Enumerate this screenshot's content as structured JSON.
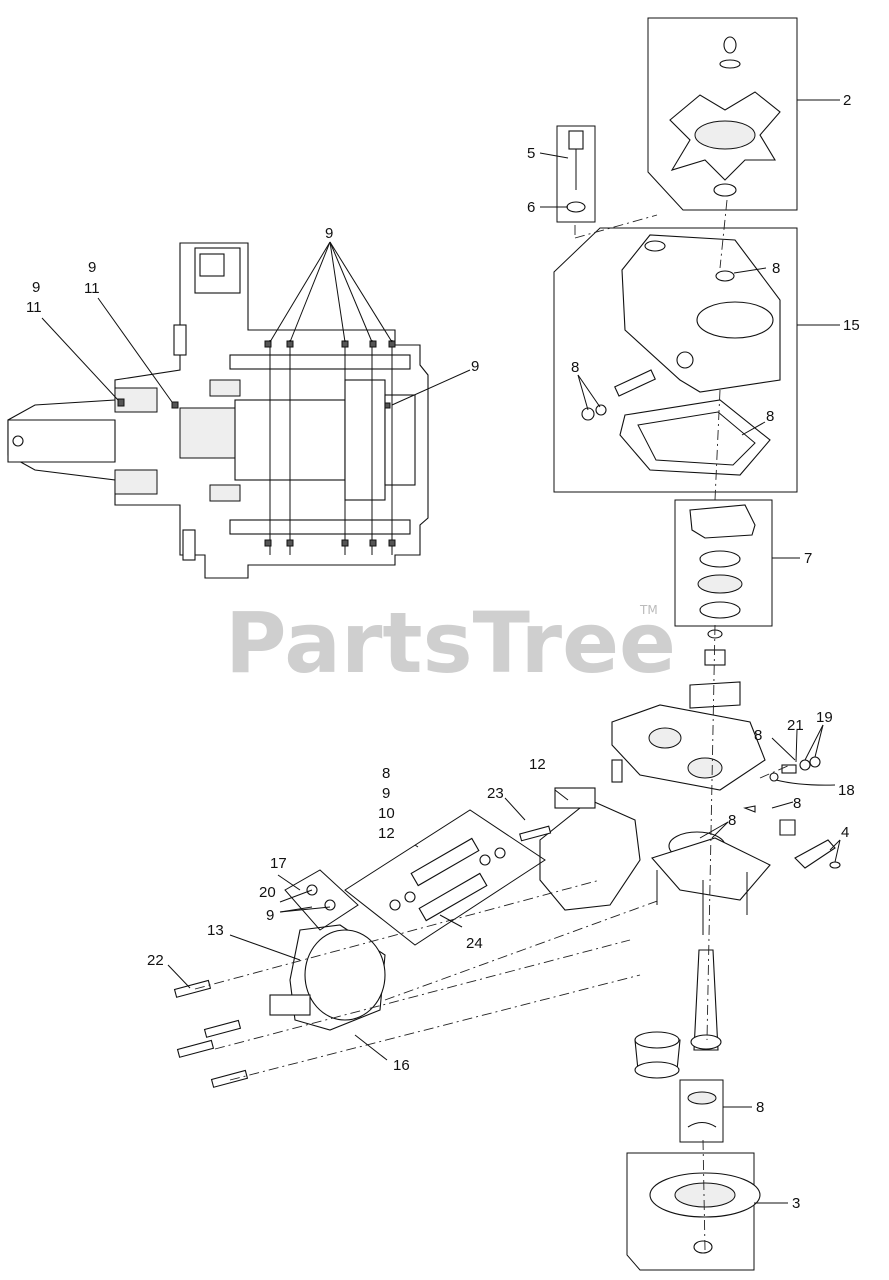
{
  "watermark": {
    "text": "PartsTree",
    "trademark": "TM"
  },
  "callouts": {
    "c2": "2",
    "c3": "3",
    "c4": "4",
    "c5": "5",
    "c6": "6",
    "c7": "7",
    "c8_fan_nut": "8",
    "c8_cover_seals": "8",
    "c8_gasket": "8",
    "c8_bypass": "8",
    "c8_side_plug": "8",
    "c8_center_oring": "8",
    "c8_seal_kit": "8",
    "c9_left": "9",
    "c11_left": "11",
    "c9_mid": "9",
    "c11_mid": "11",
    "c9_top": "9",
    "c9_right": "9",
    "c9_check": "9",
    "c_kit_8": "8",
    "c_kit_9": "9",
    "c_kit_10": "10",
    "c_kit_12": "12",
    "c12": "12",
    "c13": "13",
    "c15": "15",
    "c16": "16",
    "c17": "17",
    "c18": "18",
    "c19": "19",
    "c20": "20",
    "c21": "21",
    "c22": "22",
    "c23": "23",
    "c24": "24"
  }
}
